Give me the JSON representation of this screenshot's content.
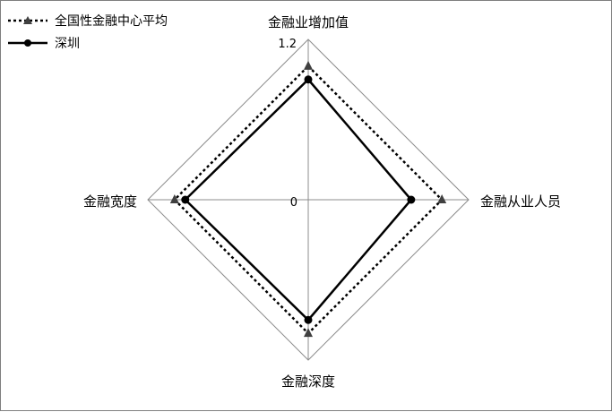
{
  "chart_data": {
    "type": "radar",
    "axes": [
      "金融业增加值",
      "金融从业人员",
      "金融深度",
      "金融宽度"
    ],
    "rlim": [
      0,
      1.2
    ],
    "ticks": [
      "0",
      "1.2"
    ],
    "series": [
      {
        "name": "全国性金融中心平均",
        "values": [
          1.0,
          1.0,
          1.0,
          1.0
        ],
        "line": "dotted",
        "marker": "triangle",
        "color": "#000000",
        "marker_color": "#404040"
      },
      {
        "name": "深圳",
        "values": [
          0.9,
          0.77,
          0.9,
          0.92
        ],
        "line": "solid",
        "marker": "circle",
        "color": "#000000",
        "marker_color": "#000000"
      }
    ],
    "legend_position": "top-left",
    "grid": "outer-ring-and-spokes"
  }
}
